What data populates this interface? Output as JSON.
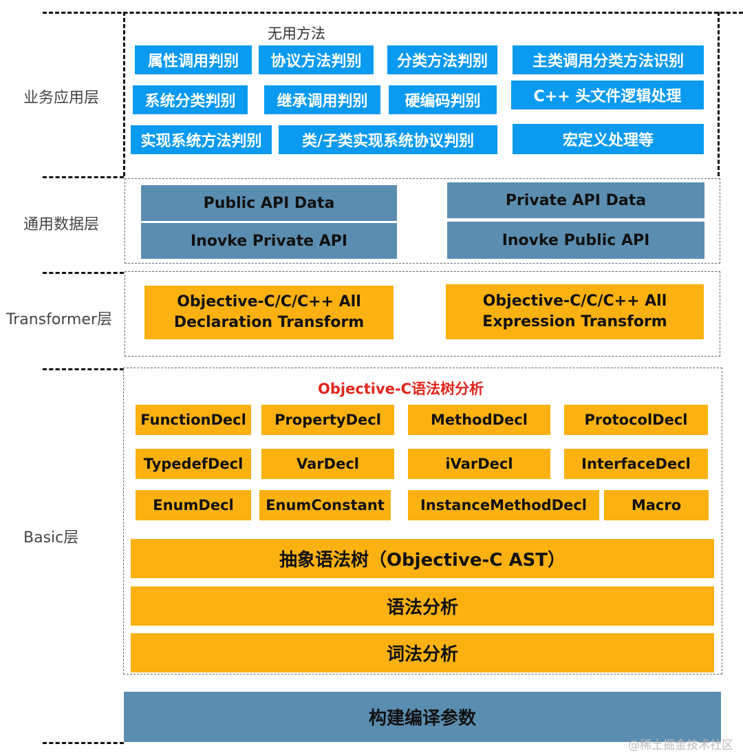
{
  "layers": {
    "business": "业务应用层",
    "common_data": "通用数据层",
    "transformer": "Transformer层",
    "basic": "Basic层"
  },
  "business": {
    "caption": "无用方法",
    "items": [
      "属性调用判别",
      "协议方法判别",
      "分类方法判别",
      "主类调用分类方法识别",
      "系统分类判别",
      "继承调用判别",
      "硬编码判别",
      "C++ 头文件逻辑处理",
      "实现系统方法判别",
      "类/子类实现系统协议判别",
      "宏定义处理等"
    ]
  },
  "common_data": {
    "left_top": "Public API Data",
    "left_bottom": "Inovke Private API",
    "right_top": "Private API Data",
    "right_bottom": "Inovke Public API"
  },
  "transformer": {
    "left_line1": "Objective-C/C/C++  All",
    "left_line2": "Declaration Transform",
    "right_line1": "Objective-C/C/C++  All",
    "right_line2": "Expression Transform"
  },
  "basic": {
    "title": "Objective-C语法树分析",
    "decls": [
      "FunctionDecl",
      "PropertyDecl",
      "MethodDecl",
      "ProtocolDecl",
      "TypedefDecl",
      "VarDecl",
      "iVarDecl",
      "InterfaceDecl",
      "EnumDecl",
      "EnumConstant",
      "InstanceMethodDecl",
      "Macro"
    ],
    "ast": "抽象语法树（Objective-C AST）",
    "syntax": "语法分析",
    "lexical": "词法分析"
  },
  "build_params": "构建编译参数",
  "watermark": "@稀土掘金技术社区",
  "colors": {
    "blue": "#0a9af0",
    "slate": "#5b8db0",
    "orange": "#fbb112",
    "red_title": "#e1251b"
  }
}
